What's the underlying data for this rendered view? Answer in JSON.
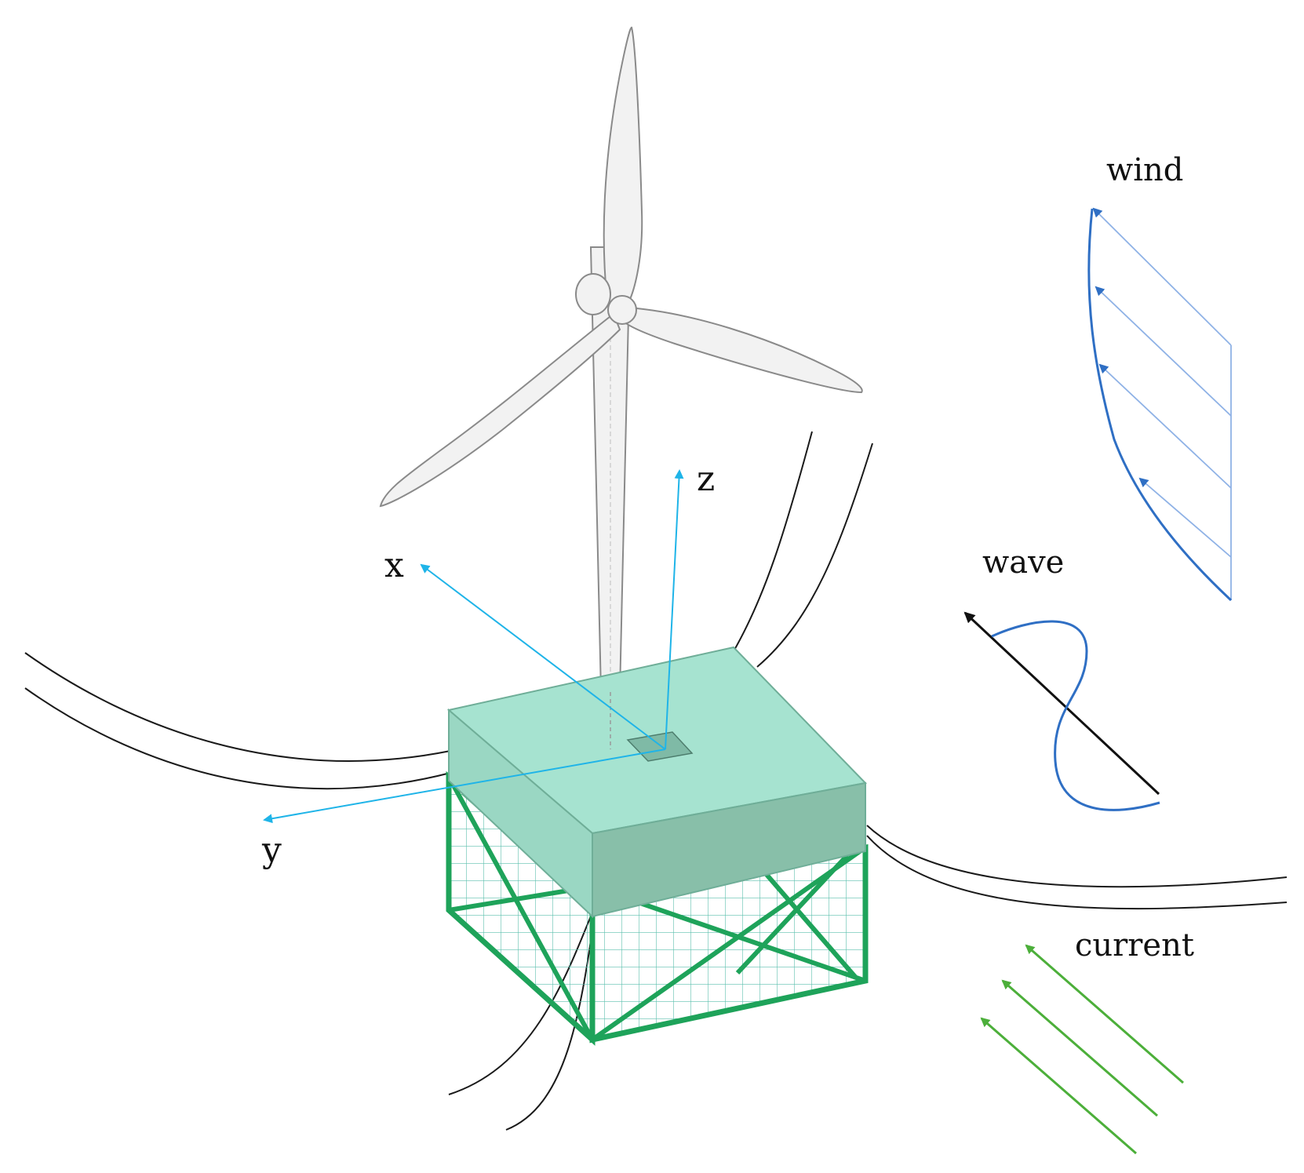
{
  "labels": {
    "axis_x": "x",
    "axis_y": "y",
    "axis_z": "z",
    "wind": "wind",
    "wave": "wave",
    "current": "current"
  },
  "colors": {
    "axis": "#1fb4e8",
    "wind": "#2f6fc4",
    "wind_light": "#8fb2e6",
    "wave_curve": "#2f6fc4",
    "wave_arrow": "#111111",
    "current": "#4caf3a",
    "platform_top": "#a6e3d0",
    "platform_front": "#9ad7c3",
    "platform_right": "#88bfa9",
    "net_frame": "#1ea35a",
    "net_mesh": "#5cbfae",
    "mooring": "#1a1a1a",
    "turbine_fill": "#f2f2f2",
    "turbine_stroke": "#8a8a8a"
  },
  "icons": {
    "turbine": "wind-turbine-icon",
    "platform": "floating-platform",
    "net_cage": "aquaculture-net-cage"
  }
}
